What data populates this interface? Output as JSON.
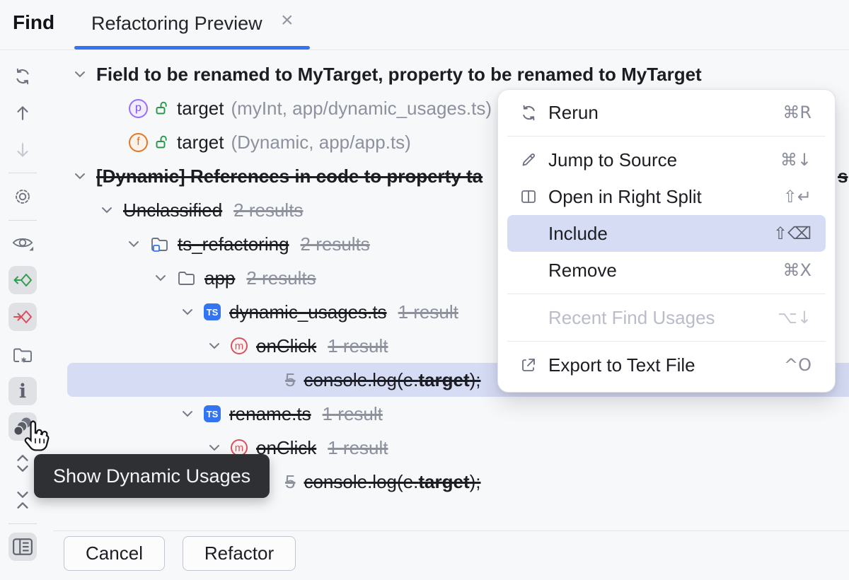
{
  "window": {
    "tool_title": "Find",
    "tab_label": "Refactoring Preview",
    "close_glyph": "×"
  },
  "colors": {
    "accent": "#3574F0",
    "selection": "#D7DCF5",
    "tooltip_bg": "#2E3034",
    "menu_bg": "#FFFFFF"
  },
  "toolbar": {
    "items": [
      "rerun",
      "previous-occurrence",
      "next-occurrence",
      "settings",
      "preview-usages",
      "show-read-access",
      "show-write-access",
      "open-in-new-tab",
      "show-import-statements",
      "show-dynamic-usages",
      "expand-all",
      "collapse-all",
      "preview-layout"
    ]
  },
  "tree": {
    "rows": [
      {
        "text": "Field to be renamed to MyTarget, property to be renamed to MyTarget"
      },
      {
        "name": "target",
        "detail": "(myInt, app/dynamic_usages.ts)"
      },
      {
        "name": "target",
        "detail": "(Dynamic, app/app.ts)"
      },
      {
        "text": "[Dynamic] References in code to property ta",
        "tail": "s"
      },
      {
        "name": "Unclassified",
        "count": "2 results"
      },
      {
        "name": "ts_refactoring",
        "count": "2 results"
      },
      {
        "name": "app",
        "count": "2 results"
      },
      {
        "name": "dynamic_usages.ts",
        "count": "1 result"
      },
      {
        "name": "onClick",
        "count": "1 result"
      },
      {
        "line": "5",
        "pre": "console.log(e.",
        "em": "target",
        "post": ");"
      },
      {
        "name": "rename.ts",
        "count": "1 result"
      },
      {
        "name": "onClick",
        "count": "1 result"
      },
      {
        "line": "5",
        "pre": "console.log(e.",
        "em": "target",
        "post": ");"
      }
    ],
    "ts_badge": "TS",
    "property_badge": "p",
    "function_badge": "f",
    "method_badge": "m"
  },
  "menu": {
    "items": [
      {
        "label": "Rerun",
        "shortcut": "⌘R"
      },
      {
        "label": "Jump to Source",
        "shortcut": "⌘↓"
      },
      {
        "label": "Open in Right Split",
        "shortcut": "⇧↵"
      },
      {
        "label": "Include",
        "shortcut": "⇧⌫",
        "state": "selected"
      },
      {
        "label": "Remove",
        "shortcut": "⌘X"
      },
      {
        "label": "Recent Find Usages",
        "shortcut": "⌥↓",
        "state": "disabled"
      },
      {
        "label": "Export to Text File",
        "shortcut": "^O"
      }
    ]
  },
  "tooltip": {
    "text": "Show Dynamic Usages"
  },
  "footer": {
    "cancel": "Cancel",
    "refactor": "Refactor"
  }
}
